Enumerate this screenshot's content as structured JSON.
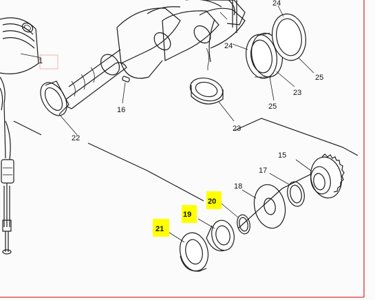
{
  "diagram": {
    "labels": {
      "p1": "1",
      "p15": "15",
      "p16": "16",
      "p17": "17",
      "p18": "18",
      "p19": "19",
      "p20": "20",
      "p21": "21",
      "p22": "22",
      "p23a": "23",
      "p23b": "23",
      "p24a": "24",
      "p24b": "24",
      "p25a": "25",
      "p25b": "25"
    },
    "highlight_color": "#ffff00",
    "frame_color": "#e03030"
  }
}
